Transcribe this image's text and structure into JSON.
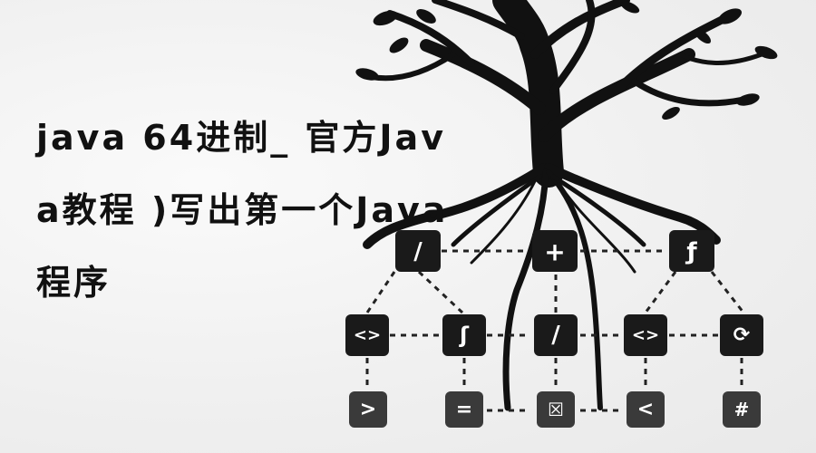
{
  "article": {
    "title": "java 64进制_ 官方Java教程 )写出第一个Java程序"
  },
  "diagram": {
    "top_row": [
      "/",
      "+",
      "ƒ"
    ],
    "middle_row": [
      "<>",
      "ʃ",
      "/",
      "<>",
      "⟳"
    ],
    "bottom_row": [
      ">",
      "=",
      "☒",
      "<",
      "#"
    ]
  },
  "colors": {
    "background": "#f3f3f3",
    "ink": "#111111",
    "node": "#1a1a1a"
  }
}
